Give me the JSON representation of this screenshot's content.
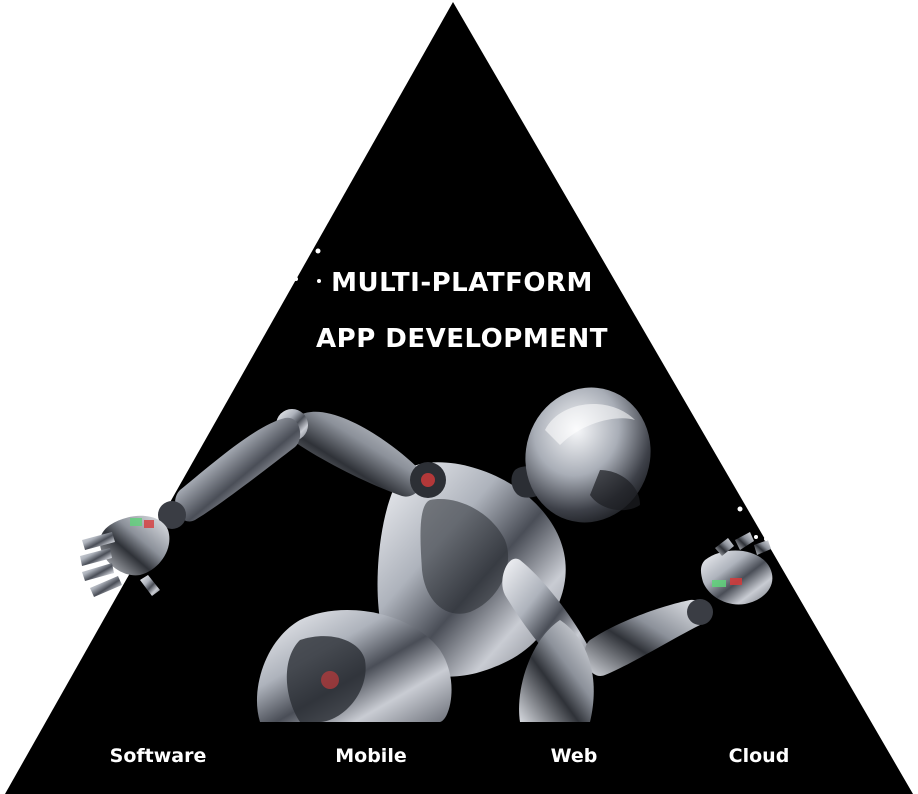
{
  "title": {
    "line1": "MULTI-PLATFORM",
    "line2": "APP DEVELOPMENT"
  },
  "platforms": [
    {
      "label": "Software"
    },
    {
      "label": "Mobile"
    },
    {
      "label": "Web"
    },
    {
      "label": "Cloud"
    }
  ],
  "colors": {
    "triangle": "#000000",
    "background": "#ffffff",
    "text": "#ffffff",
    "robot_chrome": "#b8bcc4",
    "robot_highlight": "#eef0f4",
    "robot_shadow": "#3a3d44",
    "robot_accent_red": "#d63b3b",
    "robot_accent_green": "#5fd27a"
  },
  "icons": {
    "illustration": "chrome-running-robot"
  }
}
